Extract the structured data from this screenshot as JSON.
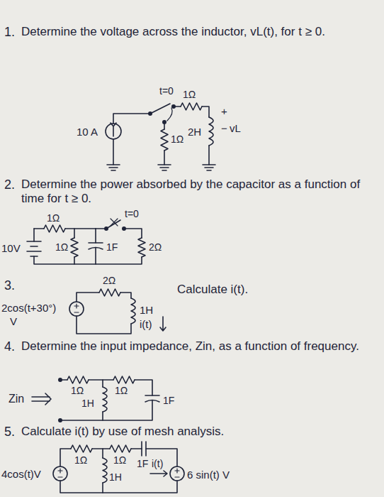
{
  "diagram": {
    "labels": [
      "1.",
      "Determine the voltage across the inductor, vL(t), for t ≥ 0.",
      "t=0",
      "1Ω",
      "10 A",
      "2H",
      "+",
      "−",
      "vL",
      "1Ω",
      "2.",
      "Determine the power absorbed by the capacitor as a function of time for t ≥ 0.",
      "t=0",
      "1Ω",
      "10V",
      "1Ω",
      "1F",
      "2Ω",
      "3.",
      "2Ω",
      "Calculate i(t).",
      "2cos(t+30°)",
      "V",
      "1H",
      "i(t)",
      "4.",
      "Determine the input impedance, Zin, as a function of frequency.",
      "Zin",
      "1Ω",
      "1Ω",
      "1H",
      "1F",
      "5.",
      "Calculate i(t) by use of mesh analysis.",
      "4cos(t)V",
      "1Ω",
      "1Ω",
      "1F",
      "i(t)",
      "1H",
      "6 sin(t) V"
    ]
  }
}
